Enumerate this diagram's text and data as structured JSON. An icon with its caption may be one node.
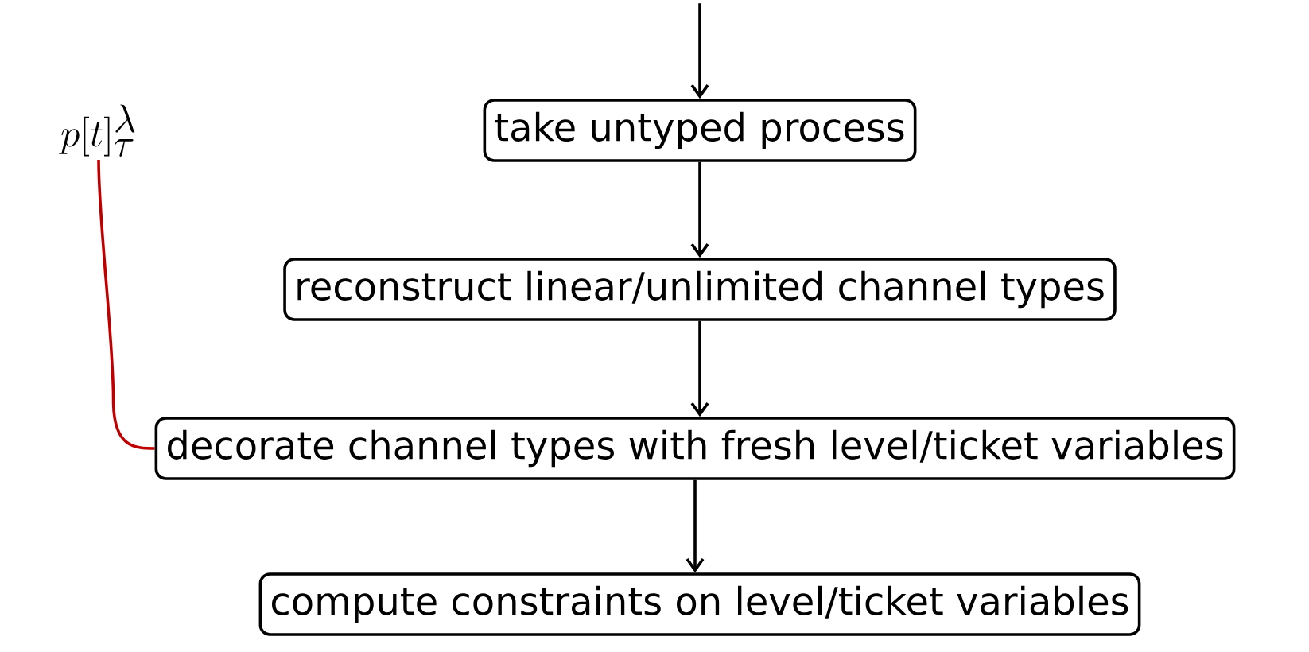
{
  "diagram": {
    "nodes": [
      {
        "text": [
          "take untyped process"
        ]
      },
      {
        "text": [
          "reconstruct linear/unlimited channel types"
        ]
      },
      {
        "text": [
          "decorate channel types with fresh level/ticket variables"
        ]
      },
      {
        "text": [
          "compute constraints on level/ticket variables"
        ]
      },
      {
        "text": [
          "p[t]^{\\lambda}_{\\tau}"
        ]
      }
    ],
    "edges": [
      {
        "from": null,
        "to": 0,
        "arrow": "to"
      },
      {
        "from": 0,
        "to": 1,
        "arrow": "to"
      },
      {
        "from": 1,
        "to": 2,
        "arrow": "to"
      },
      {
        "from": 2,
        "to": 3,
        "arrow": "to"
      },
      {
        "from": 4,
        "to": 2,
        "arrow": "none",
        "color": "#c00000"
      }
    ]
  }
}
